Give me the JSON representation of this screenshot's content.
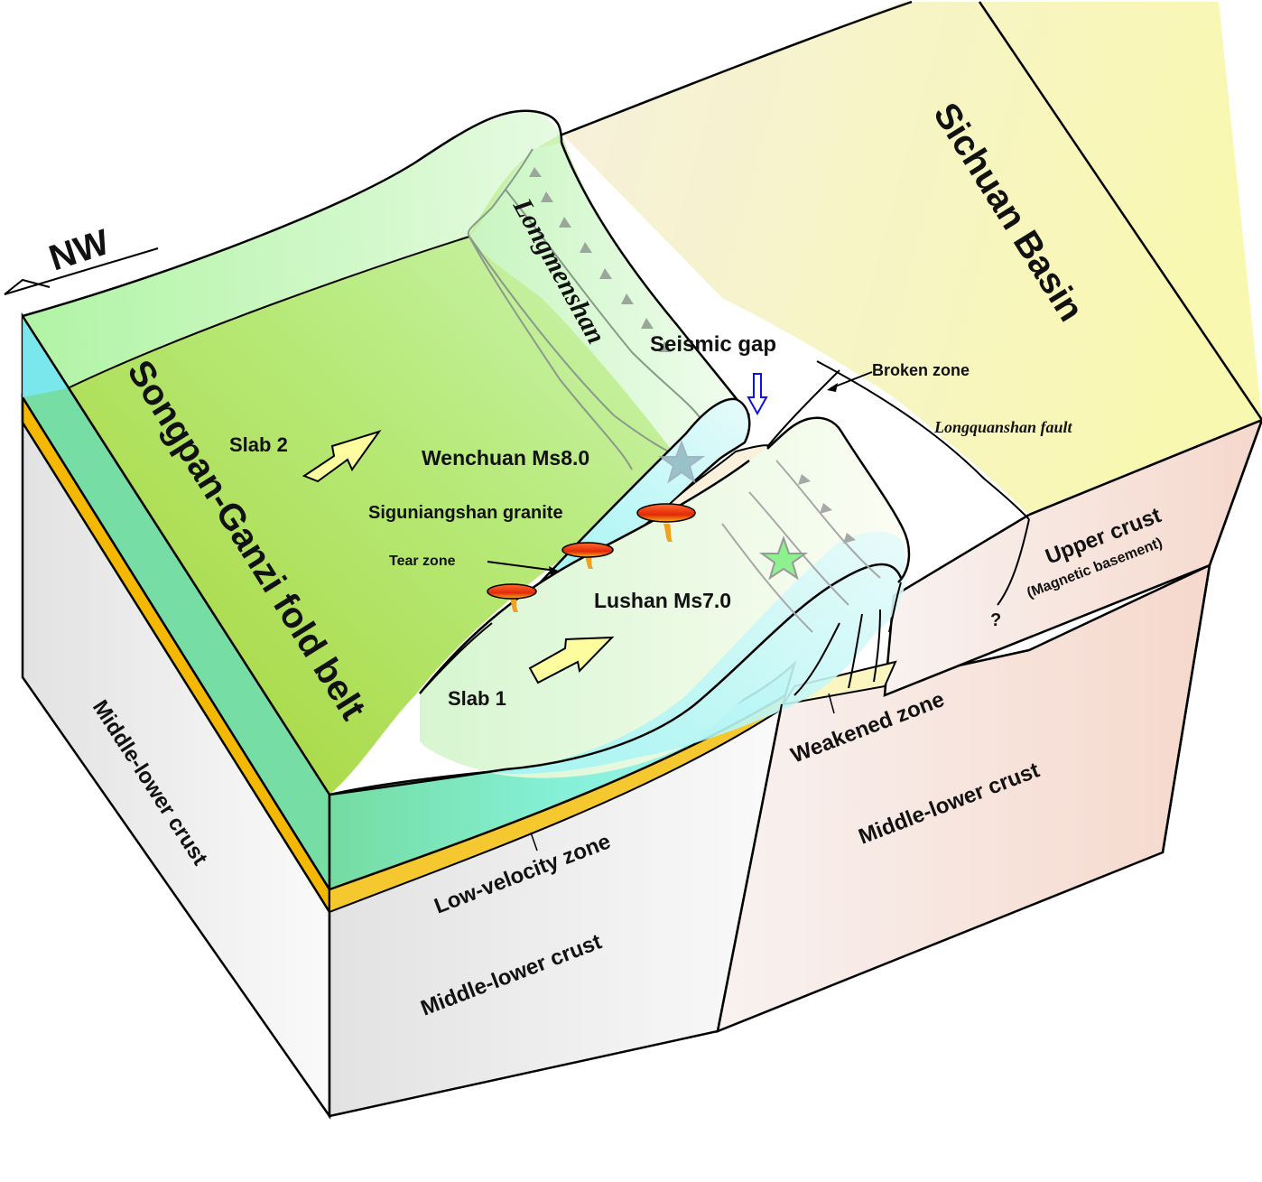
{
  "diagram": {
    "direction": {
      "label": "NW"
    },
    "regions": {
      "songpan": "Songpan-Ganzi fold belt",
      "longmenshan": "Longmenshan",
      "sichuan": "Sichuan Basin"
    },
    "labels": {
      "seismic_gap": "Seismic gap",
      "broken_zone": "Broken zone",
      "longquanshan": "Longquanshan fault",
      "slab2": "Slab 2",
      "slab1": "Slab 1",
      "wenchuan": "Wenchuan Ms8.0",
      "granite": "Siguniangshan granite",
      "tear_zone": "Tear zone",
      "lushan": "Lushan Ms7.0",
      "upper_crust": "Upper crust",
      "magnetic": "(Magnetic basement)",
      "question": "?",
      "weakened": "Weakened zone",
      "mlc_right": "Middle-lower crust",
      "low_velocity": "Low-velocity zone",
      "mlc_front": "Middle-lower crust",
      "mlc_left": "Middle-lower crust"
    },
    "colors": {
      "songpan_top": "#a8d83a",
      "songpan_light": "#c6f5a8",
      "cyan_layer": "#78e6c8",
      "low_velocity": "#f5b800",
      "sichuan_top": "#f8f8b8",
      "sichuan_side": "#f6ddd4",
      "crust_gray": "#e4e4e4",
      "granite": "#e83a10",
      "seismic_arrow": "#1010e0",
      "wenchuan_star": "#8fb8c0",
      "lushan_star": "#8ef08e",
      "slab_arrow": "#fdfda0"
    }
  }
}
